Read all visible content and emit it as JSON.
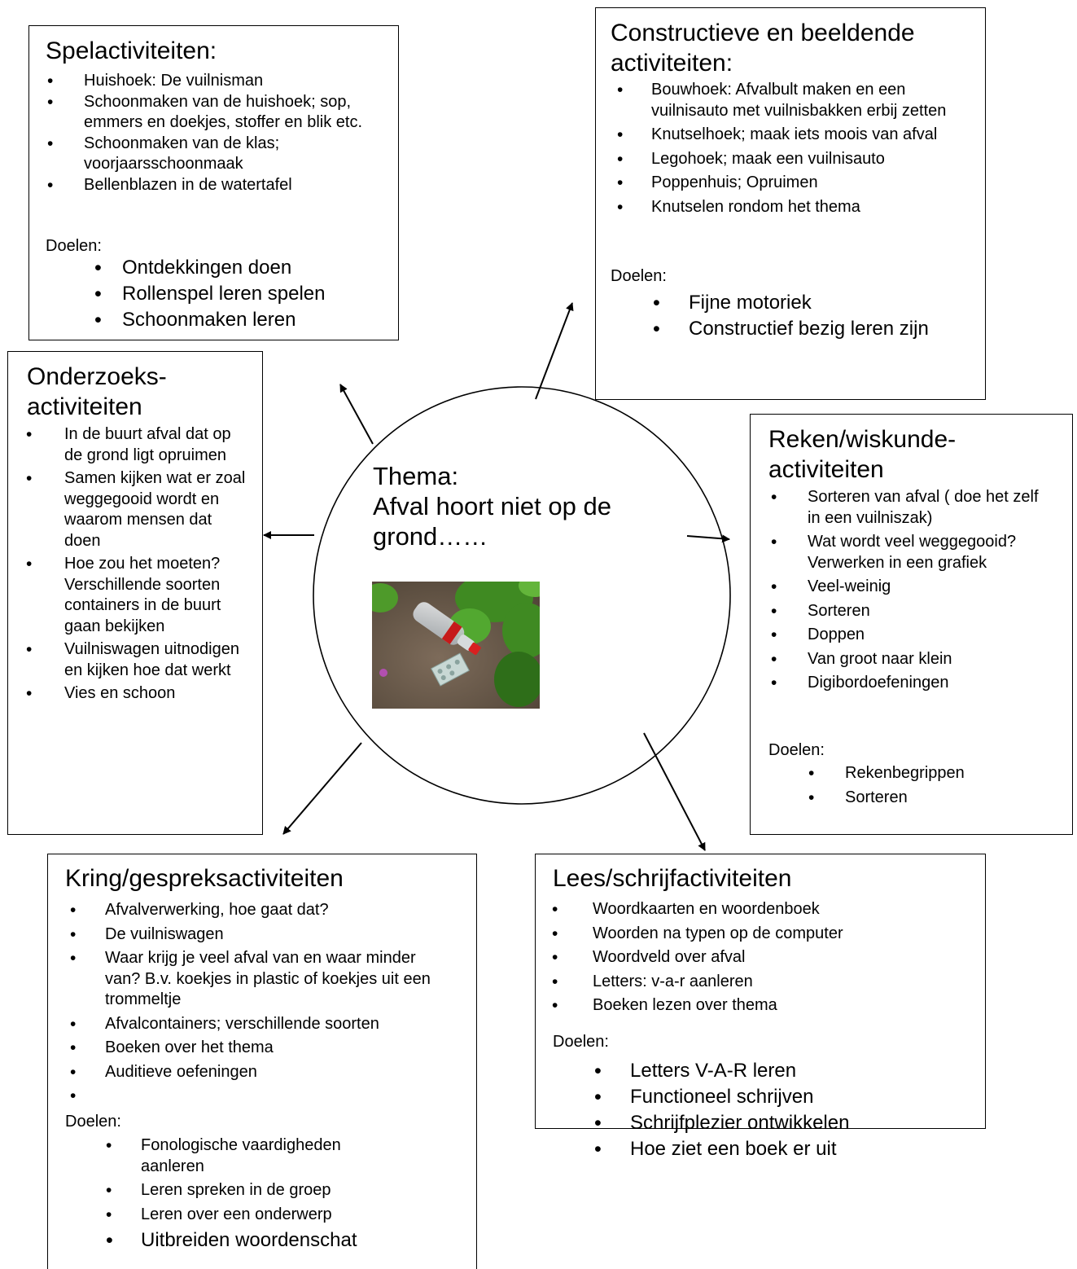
{
  "center": {
    "line1": "Thema:",
    "line2": "Afval hoort niet op de",
    "line3": "grond……",
    "photo": "photo-litter-bottle"
  },
  "spel": {
    "title": "Spelactiviteiten:",
    "items": [
      "Huishoek: De vuilnisman",
      "Schoonmaken van de huishoek; sop, emmers en doekjes, stoffer en blik etc.",
      "Schoonmaken van de klas; voorjaarsschoonmaak",
      "Bellenblazen in de watertafel"
    ],
    "goals_label": "Doelen:",
    "goals": [
      "Ontdekkingen doen",
      "Rollenspel leren spelen",
      "Schoonmaken leren"
    ]
  },
  "constructief": {
    "title": "Constructieve en beeldende activiteiten:",
    "items": [
      "Bouwhoek: Afvalbult maken en een vuilnisauto met vuilnisbakken erbij zetten",
      "Knutselhoek; maak iets moois van afval",
      "Legohoek; maak een vuilnisauto",
      "Poppenhuis; Opruimen",
      "Knutselen rondom het thema"
    ],
    "goals_label": "Doelen:",
    "goals": [
      "Fijne motoriek",
      "Constructief bezig leren zijn"
    ]
  },
  "onderzoek": {
    "title": "Onderzoeks-activiteiten",
    "items": [
      "In de buurt afval dat op de grond ligt opruimen",
      "Samen kijken wat er zoal weggegooid wordt en waarom mensen dat doen",
      "Hoe zou het moeten? Verschillende soorten containers in de buurt gaan bekijken",
      "Vuilniswagen uitnodigen en kijken hoe dat werkt",
      "Vies en schoon"
    ]
  },
  "reken": {
    "title": "Reken/wiskunde-activiteiten",
    "items": [
      "Sorteren van afval ( doe het zelf in een vuilniszak)",
      "Wat wordt veel weggegooid? Verwerken in een grafiek",
      "Veel-weinig",
      "Sorteren",
      "Doppen",
      "Van groot naar klein",
      "Digibordoefeningen"
    ],
    "goals_label": "Doelen:",
    "goals": [
      "Rekenbegrippen",
      "Sorteren"
    ]
  },
  "kring": {
    "title": "Kring/gespreksactiviteiten",
    "items": [
      "Afvalverwerking, hoe gaat dat?",
      "De vuilniswagen",
      "Waar krijg je veel afval van en waar minder van? B.v. koekjes in plastic of koekjes uit een trommeltje",
      "Afvalcontainers; verschillende soorten",
      "Boeken over het thema",
      "Auditieve oefeningen",
      ""
    ],
    "goals_label": "Doelen:",
    "goals": [
      "Fonologische vaardigheden aanleren",
      "Leren spreken in de groep",
      "Leren over een onderwerp",
      "Uitbreiden woordenschat"
    ]
  },
  "lees": {
    "title": "Lees/schrijfactiviteiten",
    "items": [
      "Woordkaarten en woordenboek",
      "Woorden na typen op de computer",
      "Woordveld over afval",
      "Letters: v-a-r aanleren",
      "Boeken lezen over thema"
    ],
    "goals_label": "Doelen:",
    "goals": [
      "Letters V-A-R leren",
      "Functioneel schrijven",
      "Schrijfplezier ontwikkelen",
      "Hoe ziet een boek er uit"
    ]
  }
}
